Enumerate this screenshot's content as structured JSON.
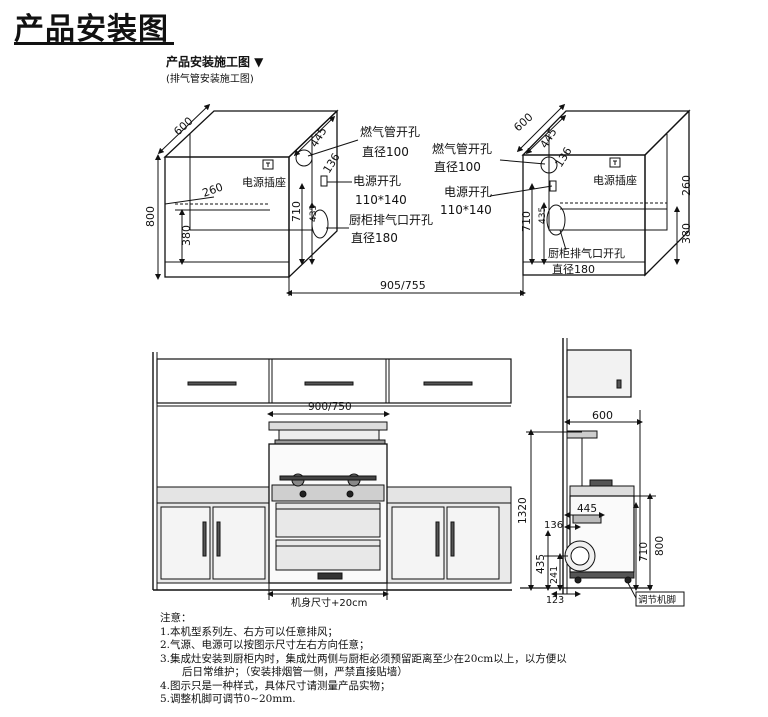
{
  "page": {
    "title": "产品安装图",
    "subtitle": "产品安装施工图 ▼",
    "caption": "(排气管安装施工图)"
  },
  "top_diagram": {
    "left_cabinet": {
      "depth": "600",
      "height": "800",
      "dim_260": "260",
      "dim_380": "380",
      "dim_445": "445",
      "dim_136": "136",
      "dim_710": "710",
      "dim_435": "435",
      "socket_label": "电源插座",
      "gas_hole_label": "燃气管开孔",
      "gas_hole_dia": "直径100",
      "power_hole_label": "电源开孔",
      "power_hole_size": "110*140",
      "exhaust_label": "厨柜排气口开孔",
      "exhaust_dia": "直径180"
    },
    "right_cabinet": {
      "depth": "600",
      "dim_445": "445",
      "dim_136": "136",
      "dim_710": "710",
      "dim_435": "435",
      "dim_260": "260",
      "dim_380": "380",
      "socket_label": "电源插座",
      "gas_hole_label": "燃气管开孔",
      "gas_hole_dia": "直径100",
      "power_hole_label": "电源开孔",
      "power_hole_size": "110*140",
      "exhaust_label": "厨柜排气口开孔",
      "exhaust_dia": "直径180"
    },
    "gap_width": "905/755"
  },
  "front_view": {
    "top_width": "900/750",
    "body_size": "机身尺寸+20cm"
  },
  "side_view": {
    "depth_600": "600",
    "dim_445": "445",
    "dim_136": "136",
    "height_1320": "1320",
    "dim_800": "800",
    "dim_710": "710",
    "dim_435": "435",
    "dim_241": "241",
    "dim_123": "123",
    "foot_label": "调节机脚"
  },
  "notes": {
    "heading": "注意：",
    "items": [
      "1.本机型系列左、右方可以任意排风；",
      "2.气源、电源可以按图示尺寸左右方向任意；",
      "3.集成灶安装到厨柜内时，集成灶两侧与厨柜必须预留距离至少在20cm以上，以方便以",
      "后日常维护；（安装排烟管一侧，严禁直接贴墙）",
      "4.图示只是一种样式，具体尺寸请测量产品实物；",
      "5.调整机脚可调节0~20mm."
    ]
  }
}
